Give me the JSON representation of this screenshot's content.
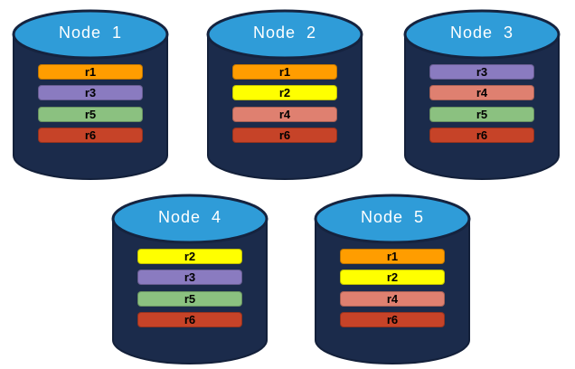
{
  "diagram": {
    "description": "Five database nodes each storing four replicas",
    "background": "#ffffff"
  },
  "palette": {
    "cylinder_body": "#1b2b4b",
    "cylinder_outline": "#13203a",
    "cylinder_top": "#2f9cd8",
    "cylinder_top_outline": "#15233f",
    "title_text": "#ffffff",
    "bar_text": "#000000",
    "r1": "#ff9d00",
    "r2": "#ffff00",
    "r3": "#8a7bc0",
    "r4": "#df8070",
    "r5": "#8bc180",
    "r6": "#c64328"
  },
  "nodes": [
    {
      "title": "Node  1",
      "bars": [
        {
          "label": "r1",
          "color": "#ff9d00"
        },
        {
          "label": "r3",
          "color": "#8a7bc0"
        },
        {
          "label": "r5",
          "color": "#8bc180"
        },
        {
          "label": "r6",
          "color": "#c64328"
        }
      ]
    },
    {
      "title": "Node  2",
      "bars": [
        {
          "label": "r1",
          "color": "#ff9d00"
        },
        {
          "label": "r2",
          "color": "#ffff00"
        },
        {
          "label": "r4",
          "color": "#df8070"
        },
        {
          "label": "r6",
          "color": "#c64328"
        }
      ]
    },
    {
      "title": "Node  3",
      "bars": [
        {
          "label": "r3",
          "color": "#8a7bc0"
        },
        {
          "label": "r4",
          "color": "#df8070"
        },
        {
          "label": "r5",
          "color": "#8bc180"
        },
        {
          "label": "r6",
          "color": "#c64328"
        }
      ]
    },
    {
      "title": "Node  4",
      "bars": [
        {
          "label": "r2",
          "color": "#ffff00"
        },
        {
          "label": "r3",
          "color": "#8a7bc0"
        },
        {
          "label": "r5",
          "color": "#8bc180"
        },
        {
          "label": "r6",
          "color": "#c64328"
        }
      ]
    },
    {
      "title": "Node  5",
      "bars": [
        {
          "label": "r1",
          "color": "#ff9d00"
        },
        {
          "label": "r2",
          "color": "#ffff00"
        },
        {
          "label": "r4",
          "color": "#df8070"
        },
        {
          "label": "r6",
          "color": "#c64328"
        }
      ]
    }
  ]
}
